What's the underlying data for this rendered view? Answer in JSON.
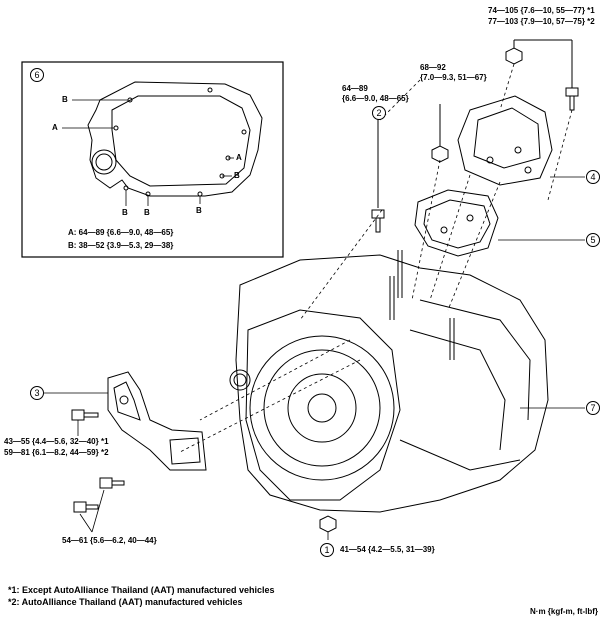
{
  "callouts": {
    "c1": "1",
    "c2": "2",
    "c3": "3",
    "c4": "4",
    "c5": "5",
    "c6": "6",
    "c7": "7"
  },
  "inset": {
    "letter_a": "A",
    "letter_b": "B",
    "torque_a": "A: 64—89 {6.6—9.0, 48—65}",
    "torque_b": "B: 38—52 {3.9—5.3, 29—38}"
  },
  "torques": {
    "top_right_1": "74—105 {7.6—10, 55—77} *1",
    "top_right_2": "77—103 {7.9—10, 57—75} *2",
    "nut_68_line1": "68—92",
    "nut_68_line2": "{7.0—9.3, 51—67}",
    "bolt_64_line1": "64—89",
    "bolt_64_line2": "{6.6—9.0, 48—65}",
    "left_1": "43—55 {4.4—5.6, 32—40} *1",
    "left_2": "59—81 {6.1—8.2, 44—59} *2",
    "bottom_left": "54—61 {5.6—6.2, 40—44}",
    "bottom_center": "41—54 {4.2—5.5, 31—39}"
  },
  "footnotes": {
    "note1": "*1: Except AutoAlliance Thailand (AAT) manufactured vehicles",
    "note2": "*2: AutoAlliance Thailand (AAT) manufactured vehicles"
  },
  "units": "N·m {kgf-m, ft-lbf}"
}
